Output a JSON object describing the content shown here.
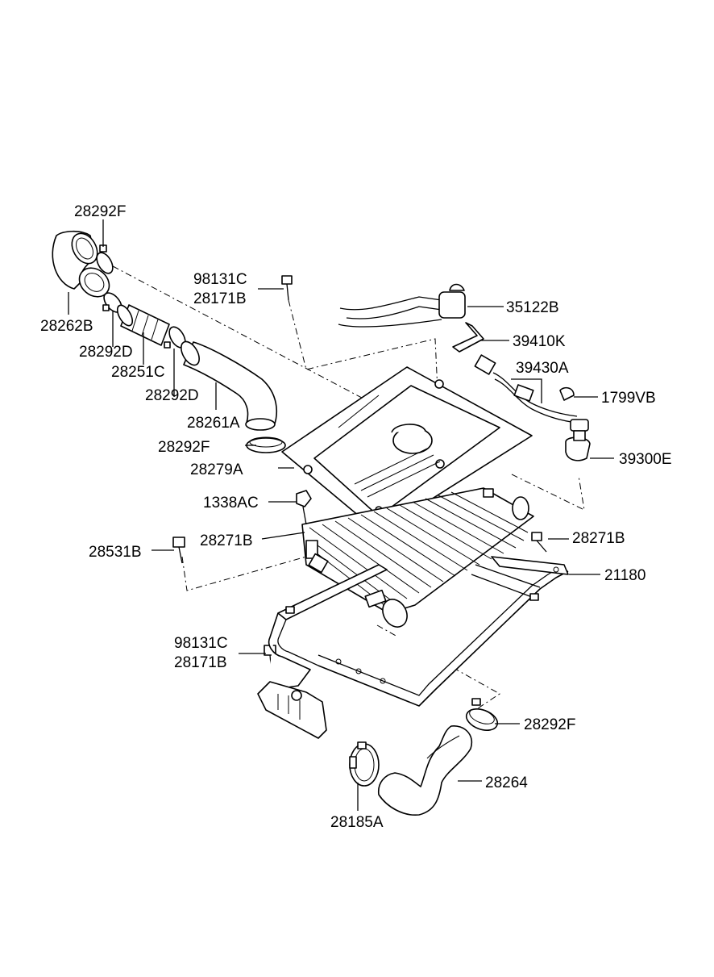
{
  "labels": {
    "l_28292F_top": "28292F",
    "l_28262B": "28262B",
    "l_28292D_a": "28292D",
    "l_28251C": "28251C",
    "l_28292D_b": "28292D",
    "l_28261A": "28261A",
    "l_28292F_mid": "28292F",
    "l_28279A": "28279A",
    "l_98131C_top": "98131C",
    "l_28171B_top": "28171B",
    "l_35122B": "35122B",
    "l_39410K": "39410K",
    "l_39430A": "39430A",
    "l_1799VB": "1799VB",
    "l_39300E": "39300E",
    "l_1338AC": "1338AC",
    "l_28271B_left": "28271B",
    "l_28271B_right": "28271B",
    "l_28531B": "28531B",
    "l_21180": "21180",
    "l_98131C_bot": "98131C",
    "l_28171B_bot": "28171B",
    "l_28292F_bot": "28292F",
    "l_28264": "28264",
    "l_28185A": "28185A"
  }
}
